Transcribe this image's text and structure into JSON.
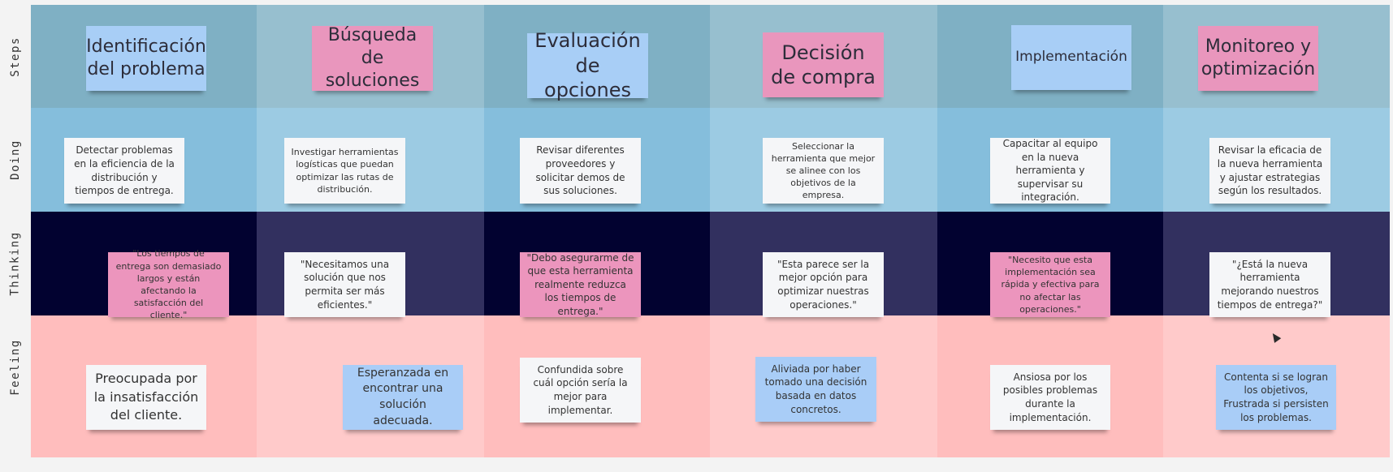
{
  "rows": {
    "steps": "Steps",
    "doing": "Doing",
    "thinking": "Thinking",
    "feeling": "Feeling"
  },
  "colors": {
    "steps_a": "#7fb0c4",
    "steps_b": "#97bfcf",
    "doing_a": "#85bedc",
    "doing_b": "#9ccbe3",
    "thinking_a": "#020230",
    "thinking_b": "#32305f",
    "feeling_a": "#ffbdbd",
    "feeling_b": "#ffcaca",
    "note_pink": "#ec95bd",
    "note_blue": "#a9cdf7",
    "note_white": "#f5f6f8"
  },
  "steps": [
    "Identificación del problema",
    "Búsqueda de soluciones",
    "Evaluación de opciones",
    "Decisión de compra",
    "Implementación",
    "Monitoreo y optimización"
  ],
  "doing": [
    "Detectar problemas en la eficiencia de la distribución y tiempos de entrega.",
    "Investigar herramientas logísticas que puedan optimizar las rutas de distribución.",
    "Revisar diferentes proveedores y solicitar demos de sus soluciones.",
    "Seleccionar la herramienta que mejor se alinee con los objetivos de la empresa.",
    "Capacitar al equipo en la nueva herramienta y supervisar su integración.",
    "Revisar la eficacia de la nueva herramienta y ajustar estrategias según los resultados."
  ],
  "thinking": [
    "\"Los tiempos de entrega son demasiado largos y están afectando la satisfacción del cliente.\"",
    "\"Necesitamos una solución que nos permita ser más eficientes.\"",
    "\"Debo asegurarme de que esta herramienta realmente reduzca los tiempos de entrega.\"",
    "\"Esta parece ser la mejor opción para optimizar nuestras operaciones.\"",
    "\"Necesito que esta implementación sea rápida y efectiva para no afectar las operaciones.\"",
    "\"¿Está la nueva herramienta mejorando nuestros tiempos de entrega?\""
  ],
  "feeling": [
    "Preocupada por la insatisfacción del cliente.",
    "Esperanzada en encontrar una solución adecuada.",
    "Confundida sobre cuál opción sería la mejor para implementar.",
    "Aliviada por haber tomado una decisión basada en datos concretos.",
    "Ansiosa por los posibles problemas durante la implementación.",
    "Contenta si se logran los objetivos, Frustrada si persisten los problemas."
  ]
}
